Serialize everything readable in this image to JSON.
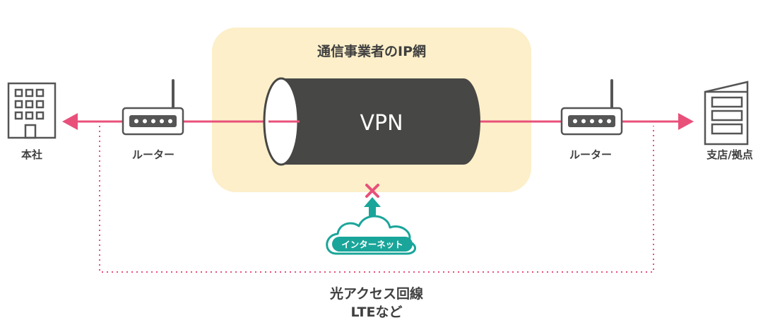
{
  "network": {
    "title": "通信事業者のIP網",
    "tunnel_label": "VPN",
    "internet_label": "インターネット"
  },
  "left_site": {
    "label": "本社",
    "router_label": "ルーター"
  },
  "right_site": {
    "label": "支店/拠点",
    "router_label": "ルーター"
  },
  "alternative": {
    "line1": "光アクセス回線",
    "line2": "LTEなど"
  },
  "colors": {
    "network_bg": "#fcefc9",
    "tunnel": "#474745",
    "link": "#e8507a",
    "internet": "#1aa59a",
    "block_mark": "#e8507a",
    "icon_stroke": "#555555",
    "text": "#3f3f3f"
  },
  "icons": {
    "hq": "office-building-icon",
    "branch": "server-rack-icon",
    "router": "router-icon",
    "internet": "cloud-icon",
    "blocked": "x-mark-icon"
  }
}
